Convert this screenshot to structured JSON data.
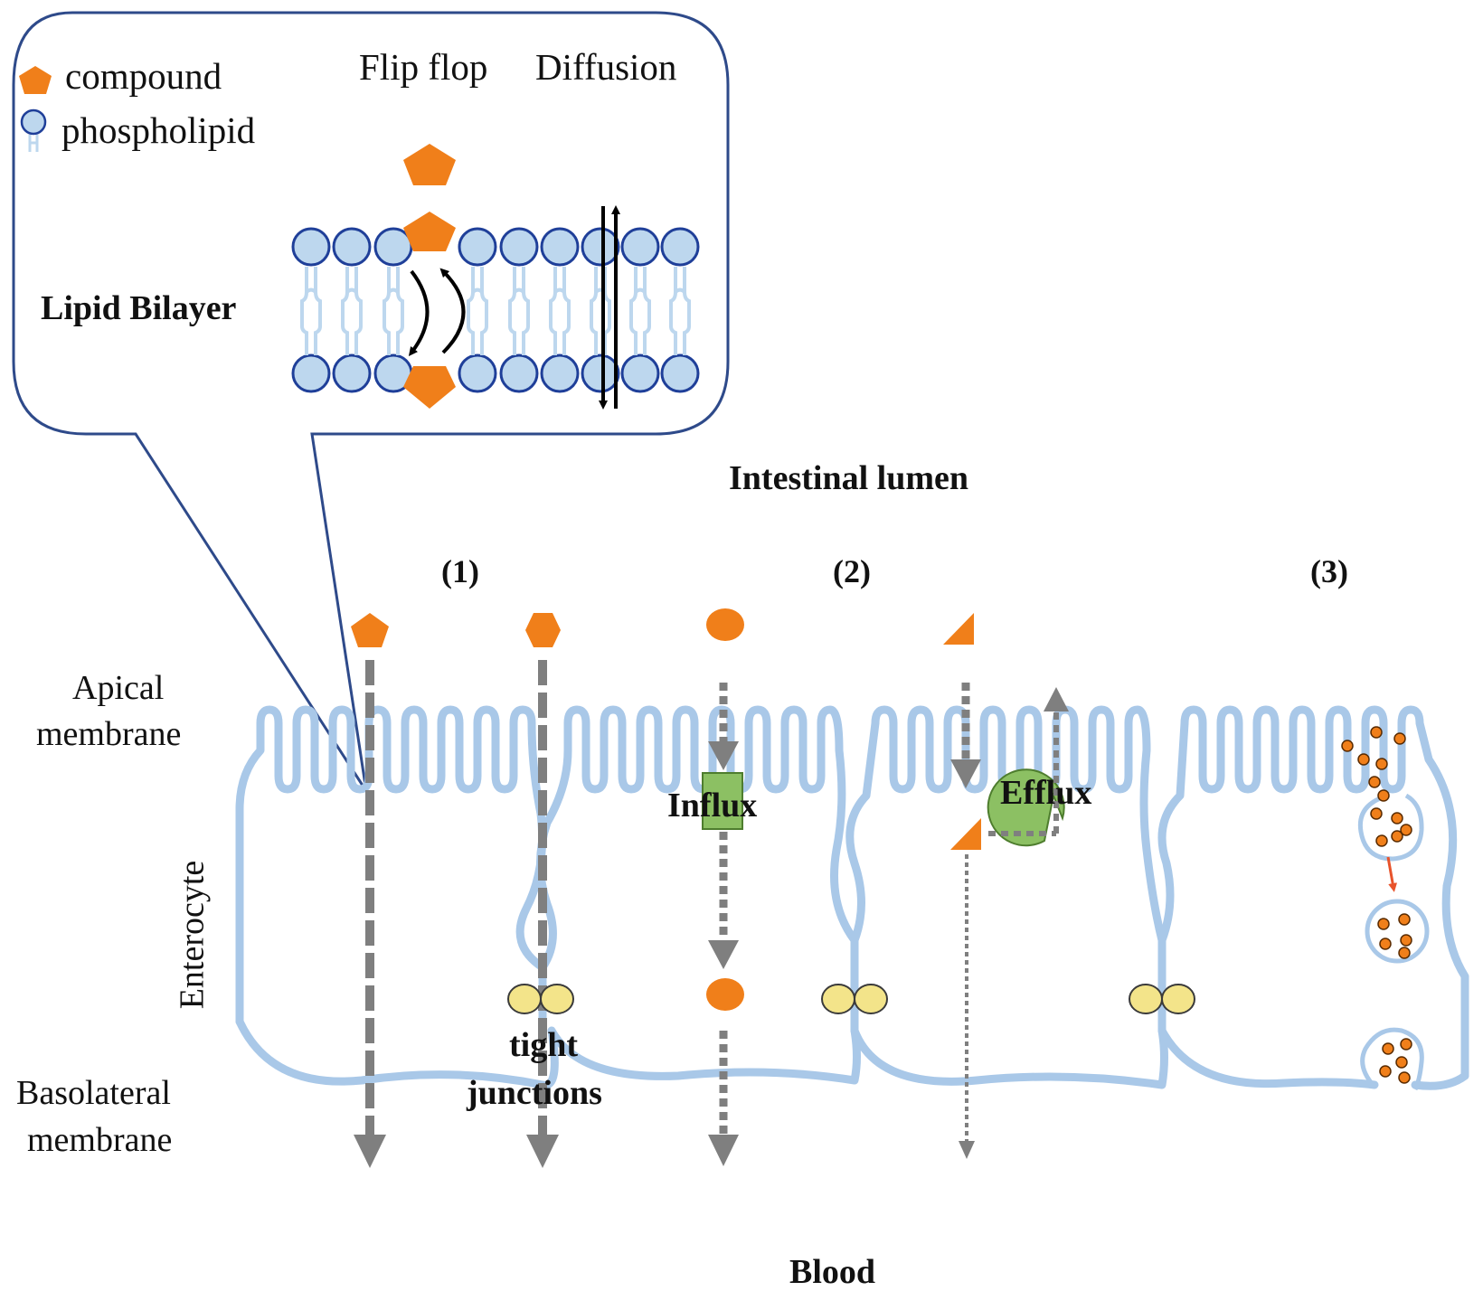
{
  "legend": {
    "compound_label": "compound",
    "phospholipid_label": "phospholipid"
  },
  "inset": {
    "flip_flop_label": "Flip flop",
    "diffusion_label": "Diffusion",
    "bilayer_label": "Lipid Bilayer"
  },
  "regions": {
    "lumen_label": "Intestinal  lumen",
    "blood_label": "Blood",
    "apical_line1": "Apical",
    "apical_line2": "membrane",
    "basolateral_line1": "Basolateral",
    "basolateral_line2": "membrane",
    "enterocyte_label": "Enterocyte"
  },
  "routes": {
    "route1_label": "(1)",
    "route2_label": "(2)",
    "route3_label": "(3)",
    "influx_label": "Influx",
    "efflux_label": "Efflux",
    "tight_line1": "tight",
    "tight_line2": "junctions"
  },
  "colors": {
    "compound": "#F07F1A",
    "membrane": "#A9C8E8",
    "phospholipid_fill": "#BDD7EE",
    "phospholipid_stroke": "#1F3F99",
    "arrow_gray": "#7F7F7F",
    "transporter_green": "#8CC063",
    "junction_yellow": "#F3E48A",
    "inset_border": "#2E4A8A"
  }
}
